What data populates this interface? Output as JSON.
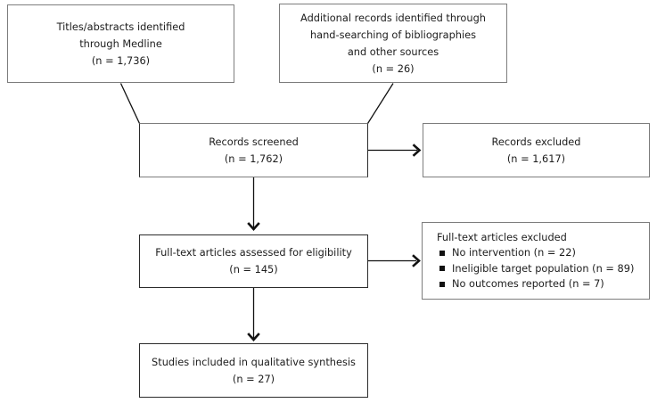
{
  "diagram": {
    "type": "prisma-flow-diagram",
    "background_color": "#ffffff",
    "box_border_color": "#7d7d7d",
    "box_border_color_dark": "#2b2b2b",
    "connector_color": "#111111",
    "text_color": "#1c1c1c",
    "boxes": {
      "identified_medline": {
        "lines": [
          "Titles/abstracts identified",
          "through Medline",
          "(n = 1,736)"
        ]
      },
      "identified_other": {
        "lines": [
          "Additional records identified through",
          "hand-searching of bibliographies",
          "and other sources",
          "(n = 26)"
        ]
      },
      "records_screened": {
        "lines": [
          "Records screened",
          "(n = 1,762)"
        ]
      },
      "records_excluded": {
        "lines": [
          "Records excluded",
          "(n = 1,617)"
        ]
      },
      "fulltext_assessed": {
        "lines": [
          "Full-text articles assessed for eligibility",
          "(n = 145)"
        ]
      },
      "fulltext_excluded": {
        "title": "Full-text articles excluded",
        "items": [
          "No intervention (n = 22)",
          "Ineligible target population (n = 89)",
          "No outcomes reported (n = 7)"
        ]
      },
      "studies_included": {
        "lines": [
          "Studies included in qualitative synthesis",
          "(n = 27)"
        ]
      }
    }
  }
}
